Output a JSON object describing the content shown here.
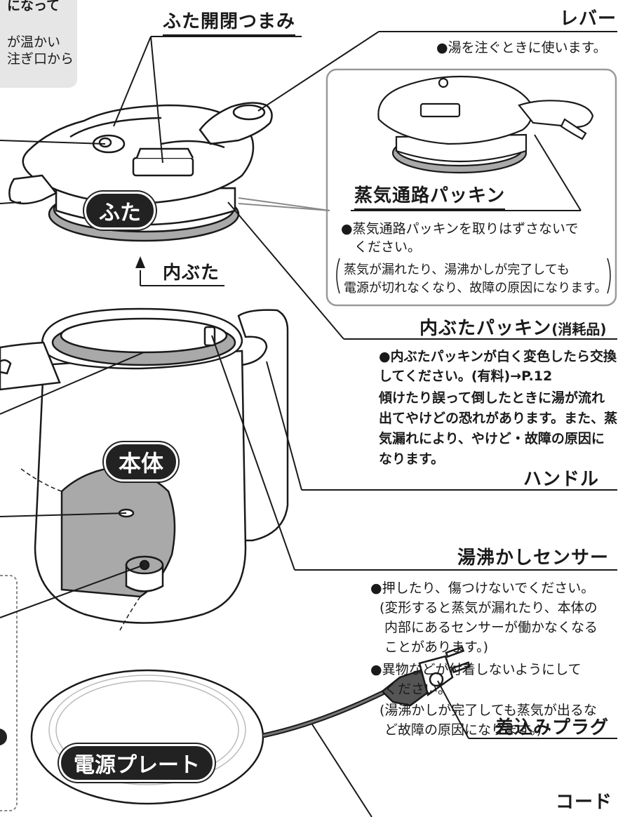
{
  "topleft_note": {
    "line1": "になって",
    "line2": "が温かい",
    "line3": "注ぎ口から"
  },
  "labels": {
    "lid_knob": "ふた開閉つまみ",
    "lever": "レバー",
    "lever_note": "●湯を注ぐときに使います。",
    "lid": "ふた",
    "inner_lid": "内ぶた",
    "steam_packing": "蒸気通路パッキン",
    "steam_note1": "●蒸気通路パッキンを取りはずさないで",
    "steam_note2": "ください。",
    "steam_paren1": "蒸気が漏れたり、湯沸かしが完了しても",
    "steam_paren2": "電源が切れなくなり、故障の原因になります。",
    "inner_packing": "内ぶたパッキン",
    "inner_packing_suffix": "(消耗品)",
    "inner_note1": "●内ぶたパッキンが白く変色したら交換",
    "inner_note2": "してください。(有料)→P.12",
    "inner_note3": "傾けたり誤って倒したときに湯が流れ",
    "inner_note4": "出てやけどの恐れがあります。また、蒸",
    "inner_note5": "気漏れにより、やけど・故障の原因に",
    "inner_note6": "なります。",
    "body": "本体",
    "handle": "ハンドル",
    "sensor": "湯沸かしセンサー",
    "sensor_note1": "●押したり、傷つけないでください。",
    "sensor_note2": "(変形すると蒸気が漏れたり、本体の",
    "sensor_note3": "内部にあるセンサーが働かなくなる",
    "sensor_note4": "ことがあります。)",
    "sensor_note5": "●異物などが付着しないようにして",
    "sensor_note6": "ください。",
    "sensor_note7": "(湯沸かしが完了しても蒸気が出るな",
    "sensor_note8": "ど故障の原因になります。)",
    "power_plate": "電源プレート",
    "plug": "差込みプラグ",
    "cord": "コード"
  },
  "colors": {
    "line": "#1a1a1a",
    "gray_fill": "#a9a9a9",
    "note_box": "#e6e6e6",
    "inset_border": "#9a9a9a"
  }
}
